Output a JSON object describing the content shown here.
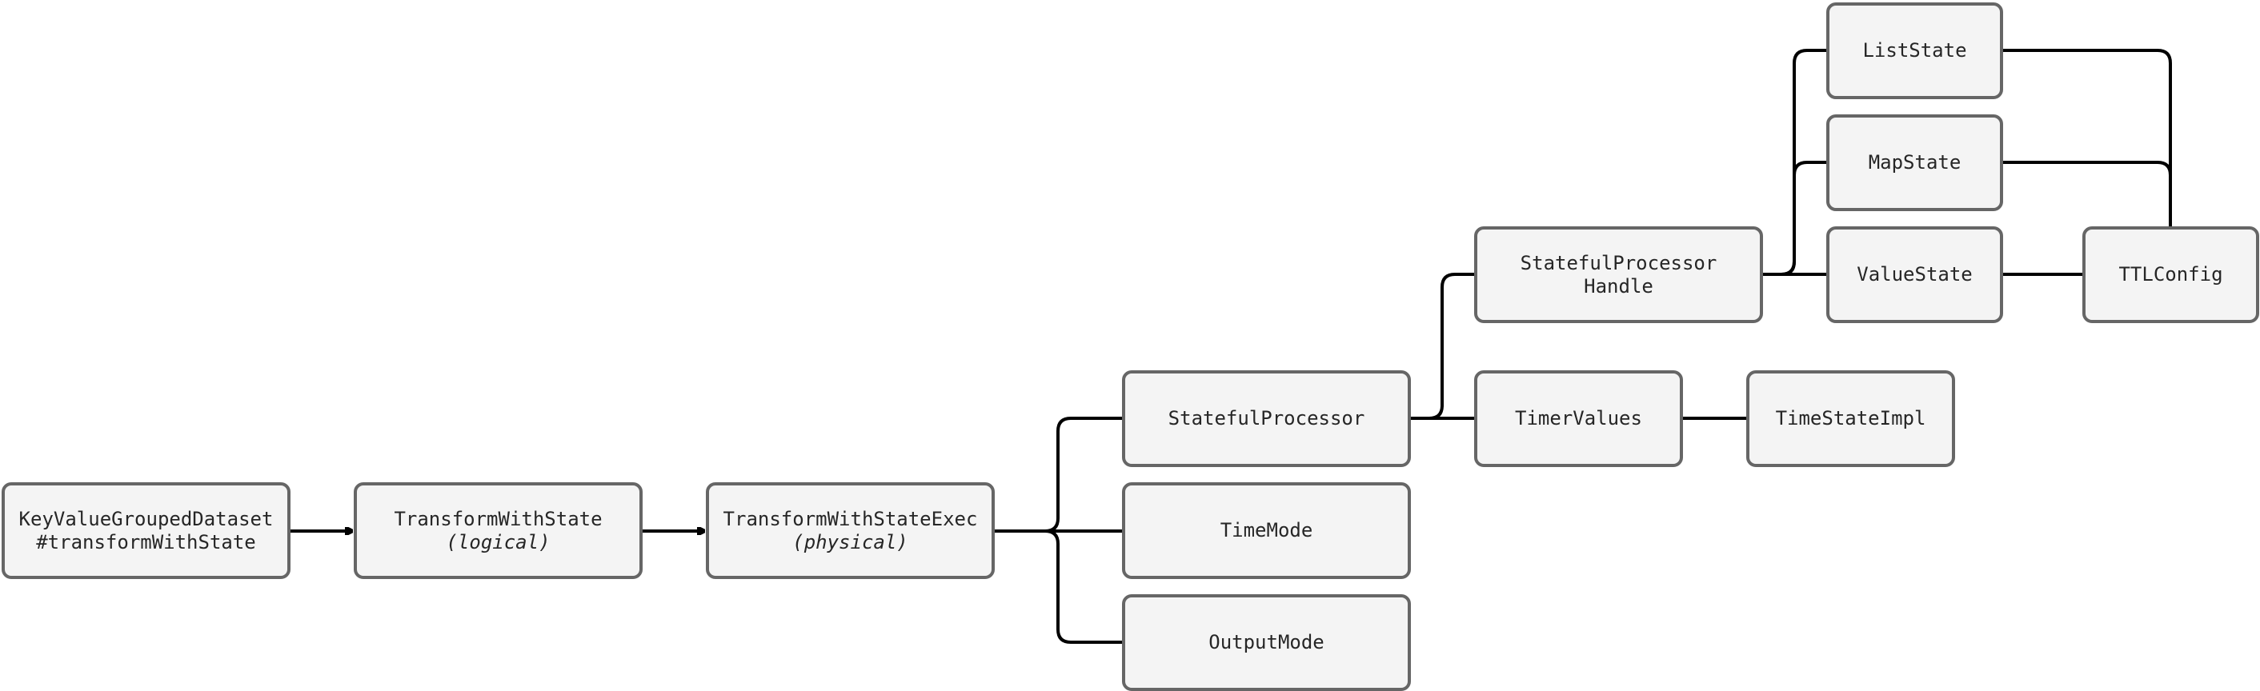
{
  "nodes": {
    "kvgd": {
      "line1": "KeyValueGroupedDataset",
      "line2": "#transformWithState"
    },
    "tws": {
      "line1": "TransformWithState",
      "line2": "(logical)"
    },
    "twse": {
      "line1": "TransformWithStateExec",
      "line2": "(physical)"
    },
    "sp": {
      "line1": "StatefulProcessor"
    },
    "tm": {
      "line1": "TimeMode"
    },
    "om": {
      "line1": "OutputMode"
    },
    "sph": {
      "line1": "StatefulProcessor",
      "line2": "Handle"
    },
    "tv": {
      "line1": "TimerValues"
    },
    "tsi": {
      "line1": "TimeStateImpl"
    },
    "ls": {
      "line1": "ListState"
    },
    "ms": {
      "line1": "MapState"
    },
    "vs": {
      "line1": "ValueState"
    },
    "ttl": {
      "line1": "TTLConfig"
    }
  },
  "edges": [
    {
      "from": "kvgd",
      "to": "tws",
      "arrow": true
    },
    {
      "from": "tws",
      "to": "twse",
      "arrow": true
    },
    {
      "from": "twse",
      "to": "sp",
      "arrow": false
    },
    {
      "from": "twse",
      "to": "tm",
      "arrow": false
    },
    {
      "from": "twse",
      "to": "om",
      "arrow": false
    },
    {
      "from": "sp",
      "to": "sph",
      "arrow": false
    },
    {
      "from": "sp",
      "to": "tv",
      "arrow": false
    },
    {
      "from": "tv",
      "to": "tsi",
      "arrow": false
    },
    {
      "from": "sph",
      "to": "ls",
      "arrow": false
    },
    {
      "from": "sph",
      "to": "ms",
      "arrow": false
    },
    {
      "from": "sph",
      "to": "vs",
      "arrow": false
    },
    {
      "from": "vs",
      "to": "ttl",
      "arrow": false
    },
    {
      "from": "ls",
      "to": "ttl",
      "arrow": false
    },
    {
      "from": "ms",
      "to": "ttl",
      "arrow": false
    }
  ],
  "colors": {
    "node_fill": "#f4f4f4",
    "node_border": "#666666",
    "edge": "#000000",
    "text": "#262626"
  }
}
